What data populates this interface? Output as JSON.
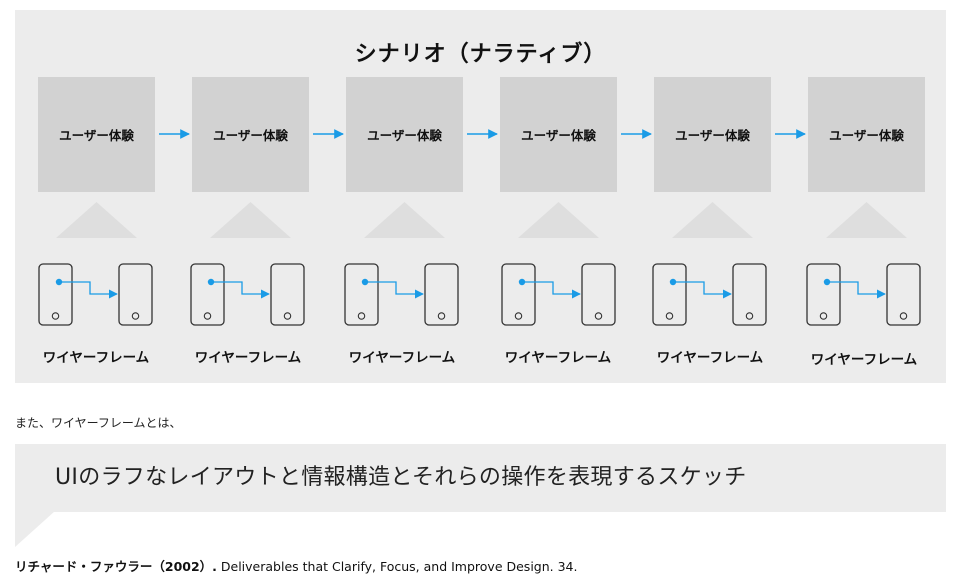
{
  "panel": {
    "title": "シナリオ（ナラティブ）",
    "ux_label": "ユーザー体験",
    "wireframe_label": "ワイヤーフレーム",
    "step_count": 6
  },
  "colors": {
    "panel_bg": "#ececec",
    "box_bg": "#d2d2d2",
    "arrow": "#1a9be6"
  },
  "intro_text": "また、ワイヤーフレームとは、",
  "quote": {
    "text": "UIのラフなレイアウトと情報構造とそれらの操作を表現するスケッチ"
  },
  "citation": {
    "author": "リチャード・ファウラー（2002）.",
    "title": " Deliverables that Clarify, Focus, and Improve Design. 34."
  }
}
